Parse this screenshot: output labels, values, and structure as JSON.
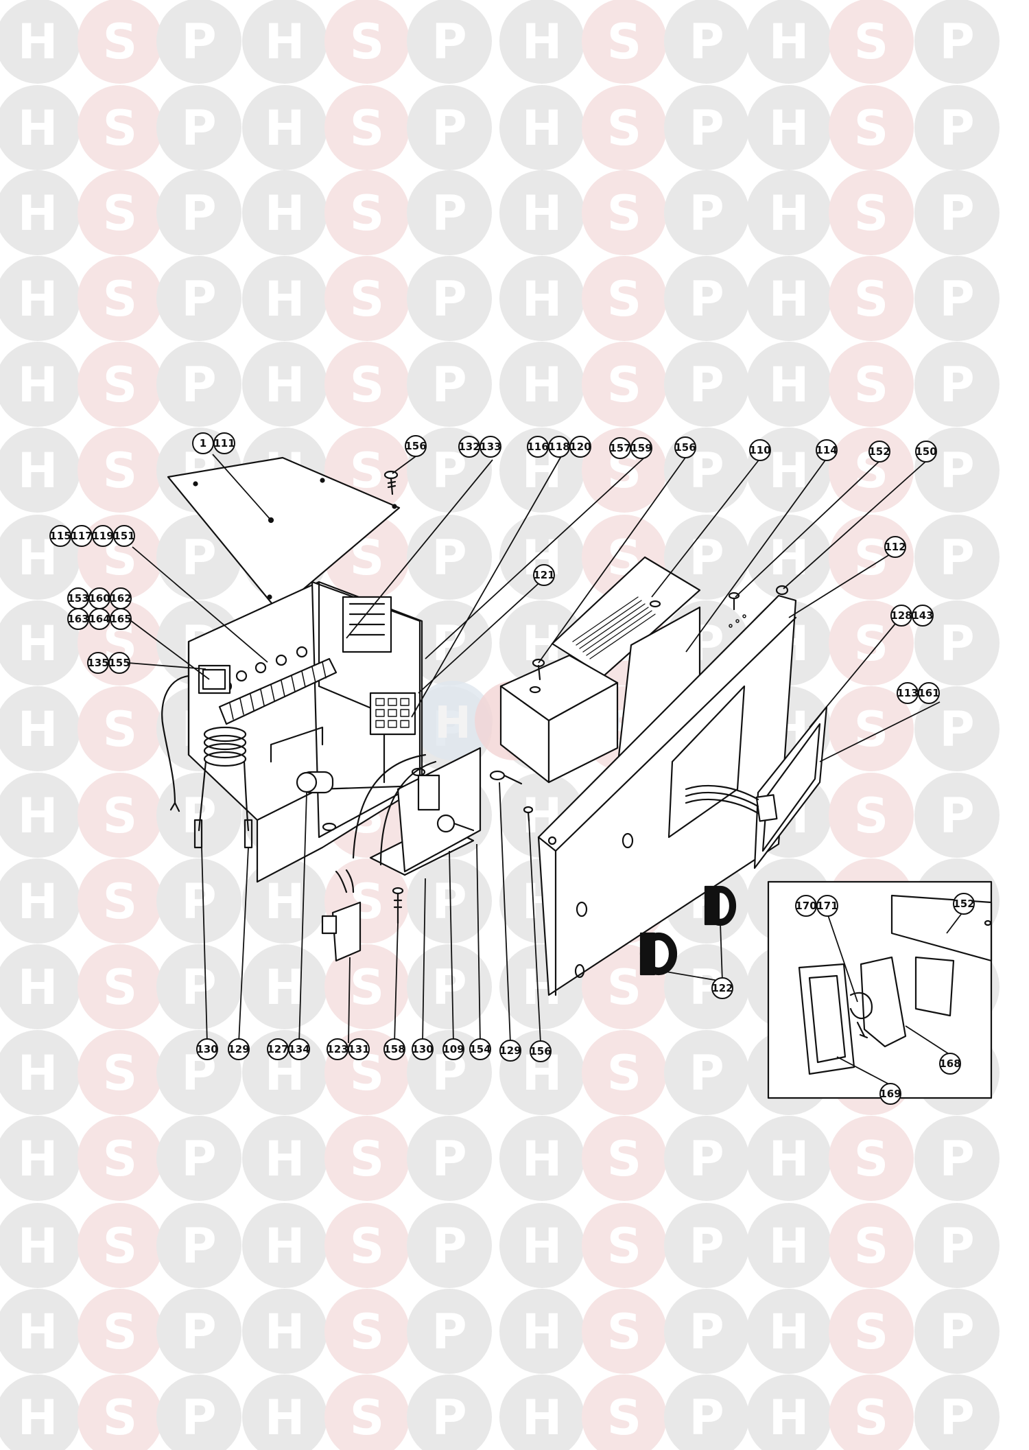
{
  "watermark": {
    "letters": [
      "H",
      "S",
      "P"
    ],
    "colors": {
      "grey": "#e8e8e8",
      "pink": "#f6e4e4",
      "letter": "#ffffff"
    },
    "center_logo_colors": {
      "H": "#dfe6ee",
      "S": "#f2d4d4",
      "P": "#dce6f3"
    }
  },
  "diagram": {
    "callouts": [
      {
        "id": "c-1",
        "text": "1"
      },
      {
        "id": "c-111",
        "text": "111"
      },
      {
        "id": "c-156a",
        "text": "156"
      },
      {
        "id": "c-132",
        "text": "132"
      },
      {
        "id": "c-133",
        "text": "133"
      },
      {
        "id": "c-116",
        "text": "116"
      },
      {
        "id": "c-118",
        "text": "118"
      },
      {
        "id": "c-120",
        "text": "120"
      },
      {
        "id": "c-157",
        "text": "157"
      },
      {
        "id": "c-159",
        "text": "159"
      },
      {
        "id": "c-156b",
        "text": "156"
      },
      {
        "id": "c-110",
        "text": "110"
      },
      {
        "id": "c-114",
        "text": "114"
      },
      {
        "id": "c-152a",
        "text": "152"
      },
      {
        "id": "c-150",
        "text": "150"
      },
      {
        "id": "c-115",
        "text": "115"
      },
      {
        "id": "c-117",
        "text": "117"
      },
      {
        "id": "c-119",
        "text": "119"
      },
      {
        "id": "c-151",
        "text": "151"
      },
      {
        "id": "c-121",
        "text": "121"
      },
      {
        "id": "c-112",
        "text": "112"
      },
      {
        "id": "c-153",
        "text": "153"
      },
      {
        "id": "c-160",
        "text": "160"
      },
      {
        "id": "c-162",
        "text": "162"
      },
      {
        "id": "c-163",
        "text": "163"
      },
      {
        "id": "c-164",
        "text": "164"
      },
      {
        "id": "c-165",
        "text": "165"
      },
      {
        "id": "c-128",
        "text": "128"
      },
      {
        "id": "c-143",
        "text": "143"
      },
      {
        "id": "c-135",
        "text": "135"
      },
      {
        "id": "c-155",
        "text": "155"
      },
      {
        "id": "c-113",
        "text": "113"
      },
      {
        "id": "c-161",
        "text": "161"
      },
      {
        "id": "c-122",
        "text": "122"
      },
      {
        "id": "c-152b",
        "text": "152"
      },
      {
        "id": "c-170",
        "text": "170"
      },
      {
        "id": "c-171",
        "text": "171"
      },
      {
        "id": "c-168",
        "text": "168"
      },
      {
        "id": "c-169",
        "text": "169"
      },
      {
        "id": "c-130a",
        "text": "130"
      },
      {
        "id": "c-129a",
        "text": "129"
      },
      {
        "id": "c-127",
        "text": "127"
      },
      {
        "id": "c-134",
        "text": "134"
      },
      {
        "id": "c-123",
        "text": "123"
      },
      {
        "id": "c-131",
        "text": "131"
      },
      {
        "id": "c-158",
        "text": "158"
      },
      {
        "id": "c-130b",
        "text": "130"
      },
      {
        "id": "c-109",
        "text": "109"
      },
      {
        "id": "c-154",
        "text": "154"
      },
      {
        "id": "c-129b",
        "text": "129"
      },
      {
        "id": "c-156c",
        "text": "156"
      }
    ]
  }
}
